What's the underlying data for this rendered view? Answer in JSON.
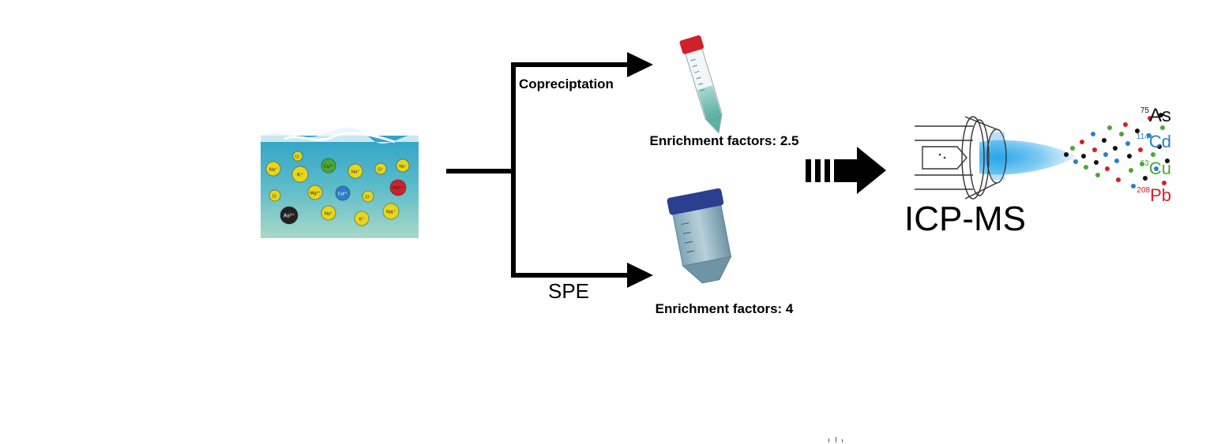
{
  "branches": {
    "top": {
      "method": "Copreciptation",
      "enrichment": "Enrichment factors: 2.5"
    },
    "bottom": {
      "method": "SPE",
      "enrichment": "Enrichment factors: 4"
    }
  },
  "instrument": {
    "label": "ICP-MS"
  },
  "isotopes": [
    {
      "mass": "75",
      "symbol": "As",
      "color": "#111111"
    },
    {
      "mass": "114",
      "symbol": "Cd",
      "color": "#2b7fc7"
    },
    {
      "mass": "63",
      "symbol": "Cu",
      "color": "#4aa832"
    },
    {
      "mass": "208",
      "symbol": "Pb",
      "color": "#d0212b"
    }
  ],
  "water_ions": [
    {
      "label": "Na⁺",
      "color": "#e8d61c"
    },
    {
      "label": "Cl⁻",
      "color": "#e8d61c"
    },
    {
      "label": "K⁺",
      "color": "#e8d61c"
    },
    {
      "label": "Cu²⁺",
      "color": "#4aa832"
    },
    {
      "label": "Na⁺",
      "color": "#e8d61c"
    },
    {
      "label": "Cl⁻",
      "color": "#e8d61c"
    },
    {
      "label": "Na⁺",
      "color": "#e8d61c"
    },
    {
      "label": "Cl⁻",
      "color": "#e8d61c"
    },
    {
      "label": "Mg²⁺",
      "color": "#e8d61c"
    },
    {
      "label": "Cd²⁺",
      "color": "#2b7fc7"
    },
    {
      "label": "Cl⁻",
      "color": "#e8d61c"
    },
    {
      "label": "Pb²⁺",
      "color": "#d0212b"
    },
    {
      "label": "As³⁺",
      "color": "#222222"
    },
    {
      "label": "Na⁺",
      "color": "#e8d61c"
    },
    {
      "label": "K⁺",
      "color": "#e8d61c"
    },
    {
      "label": "Na⁺",
      "color": "#e8d61c"
    }
  ]
}
